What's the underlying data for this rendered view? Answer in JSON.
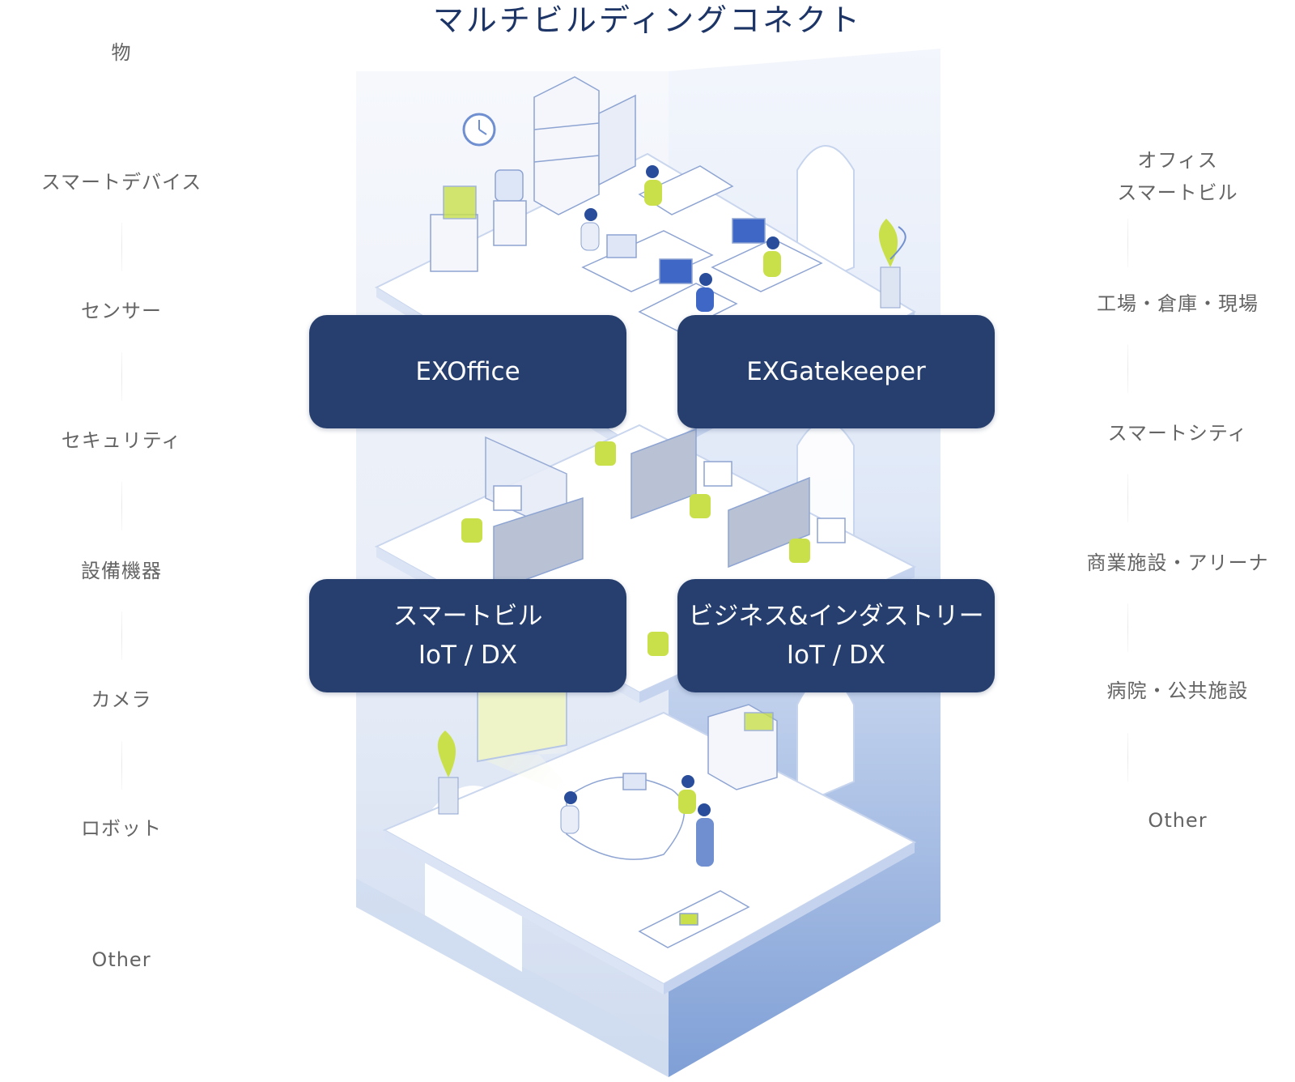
{
  "title": "マルチビルディングコネクト",
  "left_items": [
    "物",
    "スマートデバイス",
    "センサー",
    "セキュリティ",
    "設備機器",
    "カメラ",
    "ロボット",
    "Other"
  ],
  "right_items": [
    "オフィス\nスマートビル",
    "工場・倉庫・現場",
    "スマートシティ",
    "商業施設・アリーナ",
    "病院・公共施設",
    "Other"
  ],
  "boxes": [
    {
      "line1": "EXOffice",
      "line2": ""
    },
    {
      "line1": "EXGatekeeper",
      "line2": ""
    },
    {
      "line1": "スマートビル",
      "line2": "IoT / DX"
    },
    {
      "line1": "ビジネス&インダストリー",
      "line2": "IoT / DX"
    }
  ],
  "colors": {
    "box_fill": "#263f6e",
    "title": "#1d3566",
    "list_text": "#646464",
    "accent_green": "#c9e04a",
    "accent_blue": "#5f86d6"
  }
}
